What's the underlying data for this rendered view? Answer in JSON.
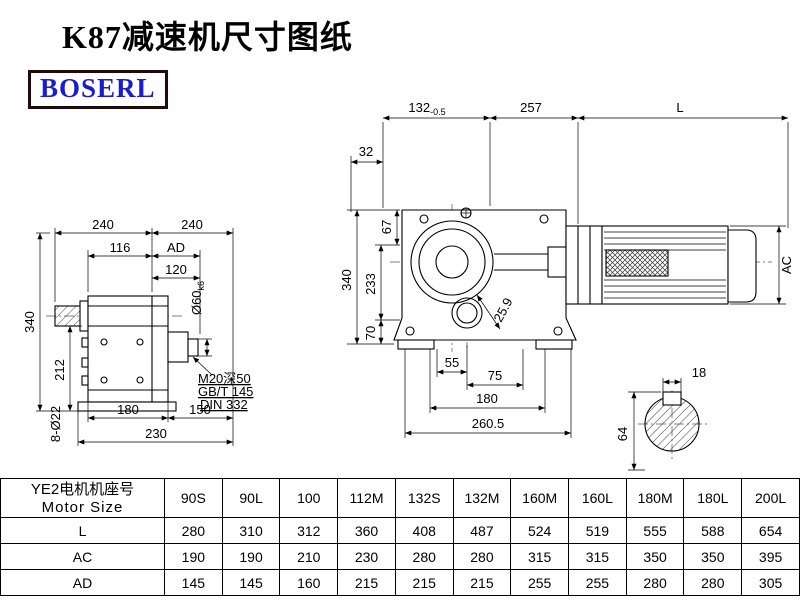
{
  "header": {
    "title": "K87减速机尺寸图纸",
    "logo": "BOSERL"
  },
  "left_view": {
    "dim_240_a": "240",
    "dim_240_b": "240",
    "dim_116": "116",
    "dim_ad": "AD",
    "dim_120": "120",
    "dim_shaft_dia": "Ø60",
    "dim_shaft_tol": "k6",
    "dim_340": "340",
    "dim_212": "212",
    "dim_180": "180",
    "dim_150": "150",
    "dim_230": "230",
    "dim_holes": "8-Ø22",
    "note_tap": "M20深50",
    "note_gb": "GB/T 145",
    "note_din": "DIN 332"
  },
  "main_view": {
    "dim_132": "132",
    "dim_132_tol": "-0.5",
    "dim_257": "257",
    "dim_motor_length": "L",
    "dim_32": "32",
    "dim_67": "67",
    "dim_340": "340",
    "dim_233": "233",
    "dim_70": "70",
    "dim_55": "55",
    "dim_75": "75",
    "dim_25_9": "25.9",
    "dim_180": "180",
    "dim_260_5": "260.5",
    "dim_motor_dia": "AC"
  },
  "shaft_detail": {
    "dim_18": "18",
    "dim_64": "64"
  },
  "table": {
    "header_cn": "YE2电机机座号",
    "header_en": "Motor Size",
    "columns": [
      "90S",
      "90L",
      "100",
      "112M",
      "132S",
      "132M",
      "160M",
      "160L",
      "180M",
      "180L",
      "200L"
    ],
    "rows": [
      {
        "label": "L",
        "values": [
          "280",
          "310",
          "312",
          "360",
          "408",
          "487",
          "524",
          "519",
          "555",
          "588",
          "654"
        ]
      },
      {
        "label": "AC",
        "values": [
          "190",
          "190",
          "210",
          "230",
          "280",
          "280",
          "315",
          "315",
          "350",
          "350",
          "395"
        ]
      },
      {
        "label": "AD",
        "values": [
          "145",
          "145",
          "160",
          "215",
          "215",
          "215",
          "255",
          "255",
          "280",
          "280",
          "305"
        ]
      }
    ]
  }
}
